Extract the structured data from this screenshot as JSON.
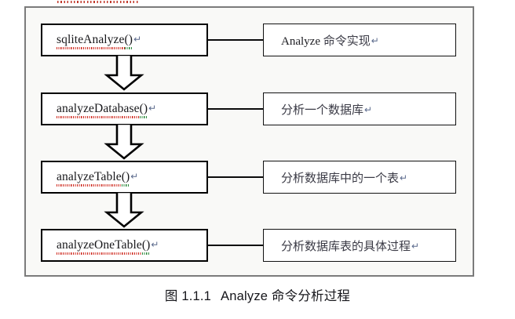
{
  "figure": {
    "caption_index": "图 1.1.1",
    "caption_text": "Analyze 命令分析过程",
    "frame_color": "#7b7b7b",
    "frame_fill": "#f9f9f7"
  },
  "flow": {
    "steps": [
      {
        "function_name": "sqliteAnalyze",
        "function_parens": "()",
        "paragraph_mark": "↵",
        "description_latin": "Analyze",
        "description_cjk": " 命令实现",
        "description_mark": "↵",
        "arrow_below": true
      },
      {
        "function_name": "analyzeDatabase",
        "function_parens": "()",
        "paragraph_mark": "↵",
        "description_latin": "",
        "description_cjk": "分析一个数据库",
        "description_mark": "↵",
        "arrow_below": true
      },
      {
        "function_name": "analyzeTable",
        "function_parens": "()",
        "paragraph_mark": "↵",
        "description_latin": "",
        "description_cjk": "分析数据库中的一个表",
        "description_mark": "↵",
        "arrow_below": true
      },
      {
        "function_name": "analyzeOneTable",
        "function_parens": "()",
        "paragraph_mark": "↵",
        "description_latin": "",
        "description_cjk": "分析数据库表的具体过程",
        "description_mark": "↵",
        "arrow_below": false
      }
    ]
  },
  "annotations": {
    "spellcheck_color": "#cf2b20",
    "grammarcheck_color": "#2e8b3d",
    "stray_squiggle_present": true
  }
}
